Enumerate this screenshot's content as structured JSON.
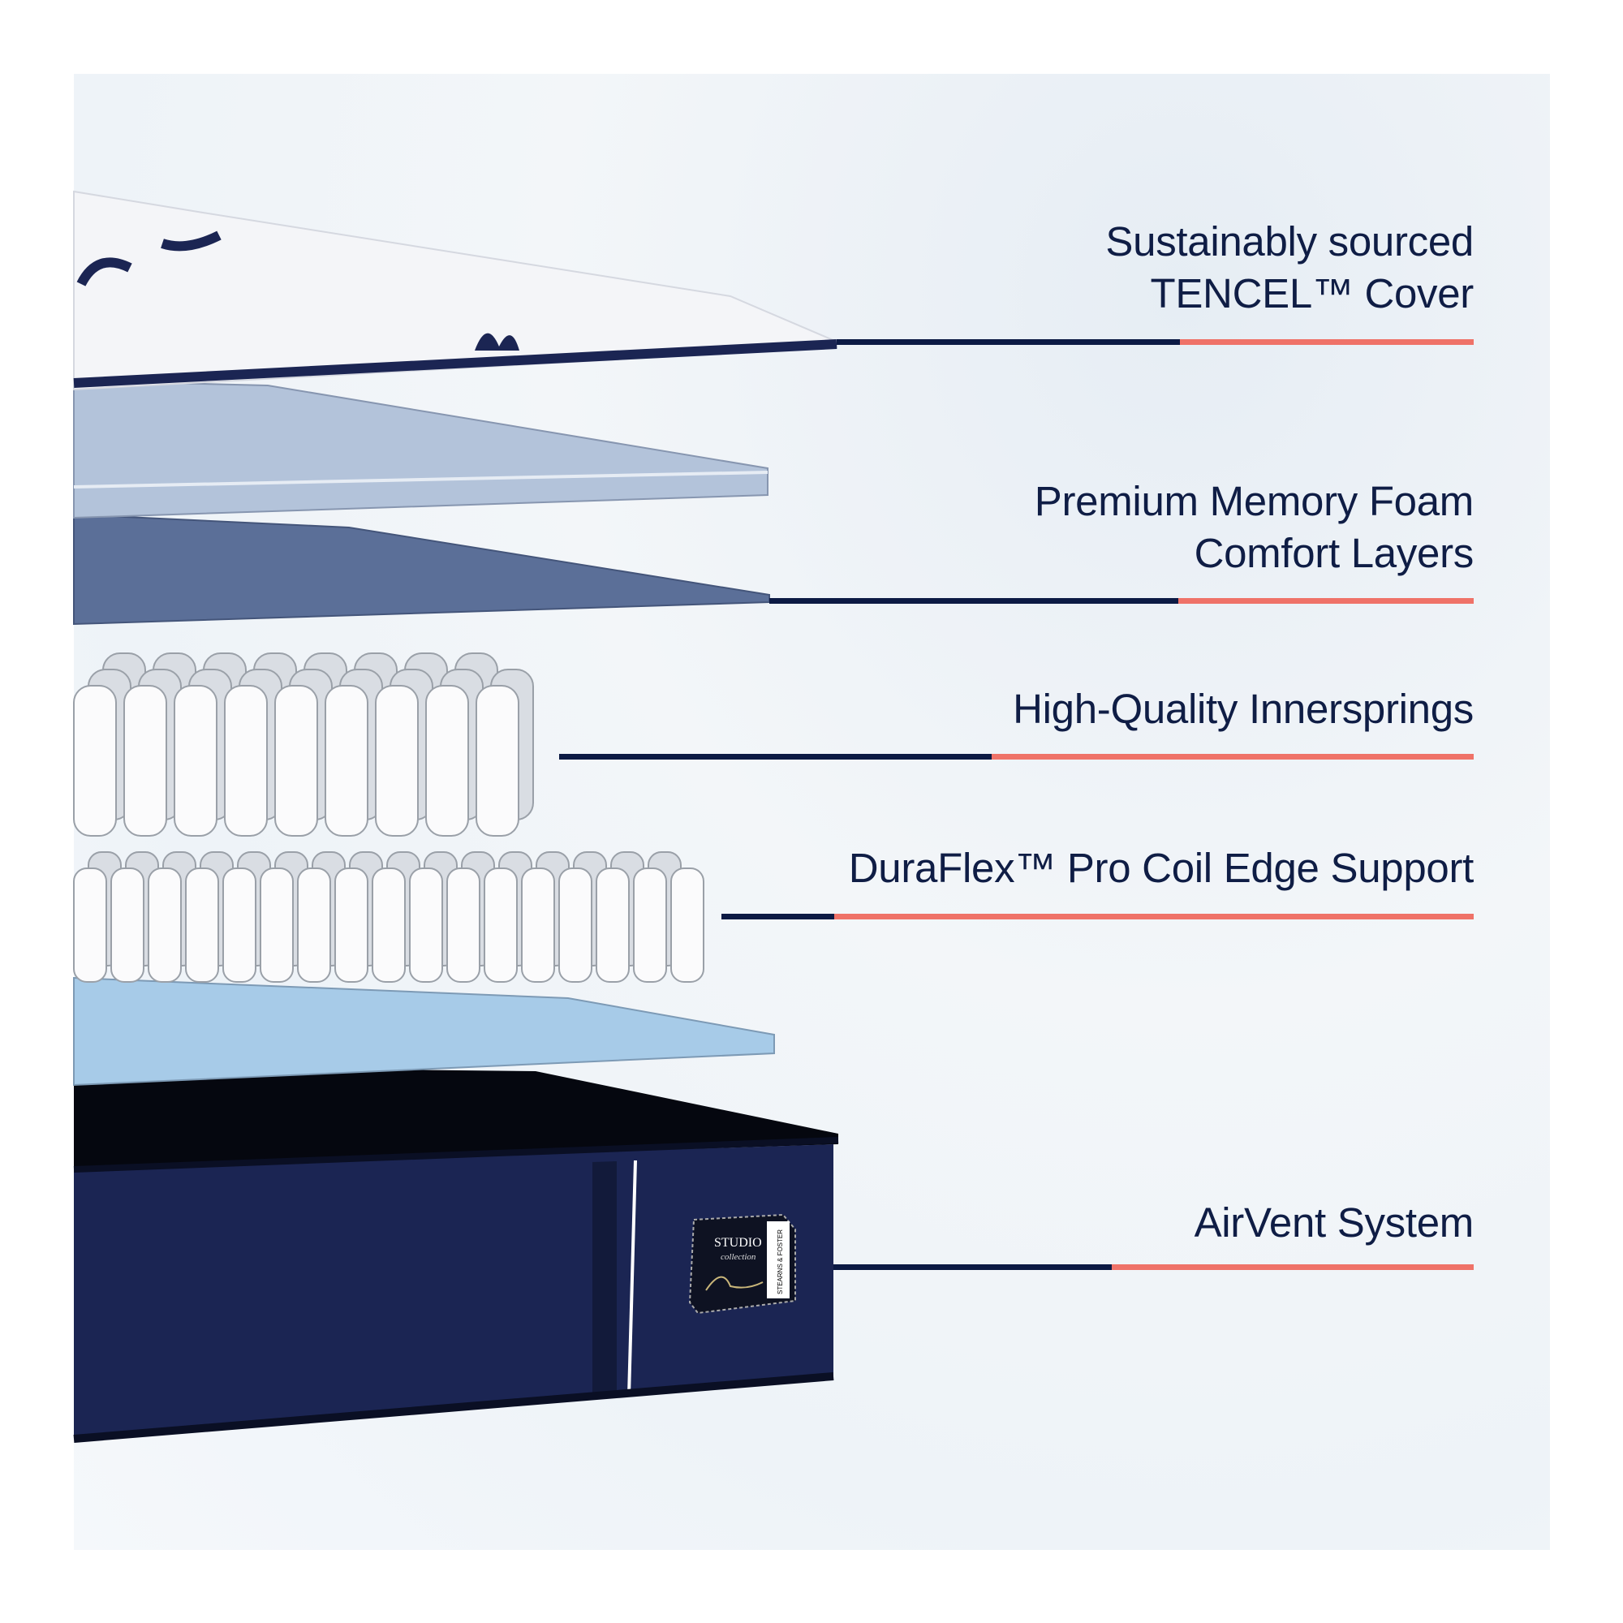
{
  "callouts": [
    {
      "line1": "Sustainably sourced",
      "line2": "TENCEL™ Cover"
    },
    {
      "line1": "Premium Memory Foam",
      "line2": "Comfort Layers"
    },
    {
      "line1": "High-Quality Innersprings"
    },
    {
      "line1": "DuraFlex™ Pro Coil Edge Support"
    },
    {
      "line1": "AirVent System"
    }
  ],
  "tag": {
    "brand": "STUDIO",
    "subbrand": "collection",
    "maker": "STEARNS & FOSTER"
  },
  "colors": {
    "navy": "#0c1a44",
    "coral": "#ef7268",
    "base": "#1b2553"
  }
}
